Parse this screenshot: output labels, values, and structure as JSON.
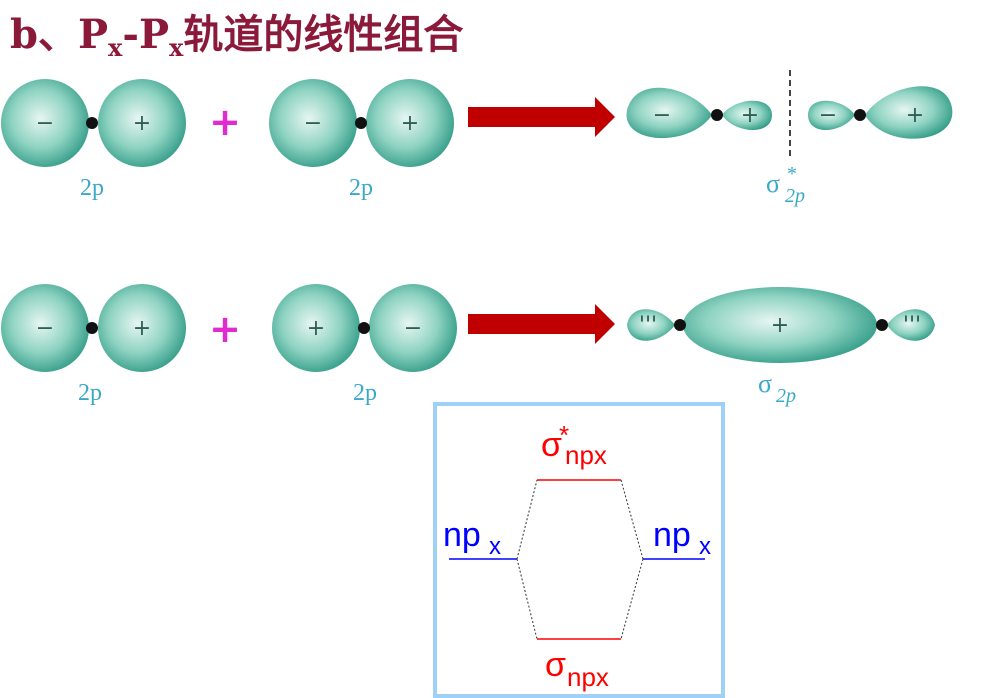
{
  "title": {
    "prefix": "b、P",
    "sub1": "x",
    "mid": "-P",
    "sub2": "x",
    "suffix": "轨道的线性组合"
  },
  "row1": {
    "orbital1": {
      "label": "2p",
      "left_sign": "−",
      "right_sign": "+"
    },
    "operator": "+",
    "orbital2": {
      "label": "2p",
      "left_sign": "−",
      "right_sign": "+"
    },
    "result": {
      "signs": [
        "−",
        "+",
        "−",
        "+"
      ],
      "label_sigma": "σ",
      "label_star": "*",
      "label_sub": "2p"
    }
  },
  "row2": {
    "orbital1": {
      "label": "2p",
      "left_sign": "−",
      "right_sign": "+"
    },
    "operator": "+",
    "orbital2": {
      "label": "2p",
      "left_sign": "+",
      "right_sign": "−"
    },
    "result": {
      "signs": [
        "'''",
        "+",
        "'''"
      ],
      "label_sigma": "σ",
      "label_sub": "2p"
    }
  },
  "mo_diagram": {
    "left_level": {
      "text": "np",
      "sub": "x"
    },
    "right_level": {
      "text": "np",
      "sub": "x"
    },
    "antibonding": {
      "sigma": "σ",
      "star": "*",
      "sub": "npx"
    },
    "bonding": {
      "sigma": "σ",
      "sub": "npx"
    }
  },
  "colors": {
    "title": "#8B1A3A",
    "lobe": "#3aa593",
    "arrow": "#c00000",
    "plus_operator": "#e02bd0",
    "label": "#3aa9c8",
    "ao_level": "#0000ff",
    "mo_level": "#ff0000",
    "box_border": "#9fd0f5"
  }
}
